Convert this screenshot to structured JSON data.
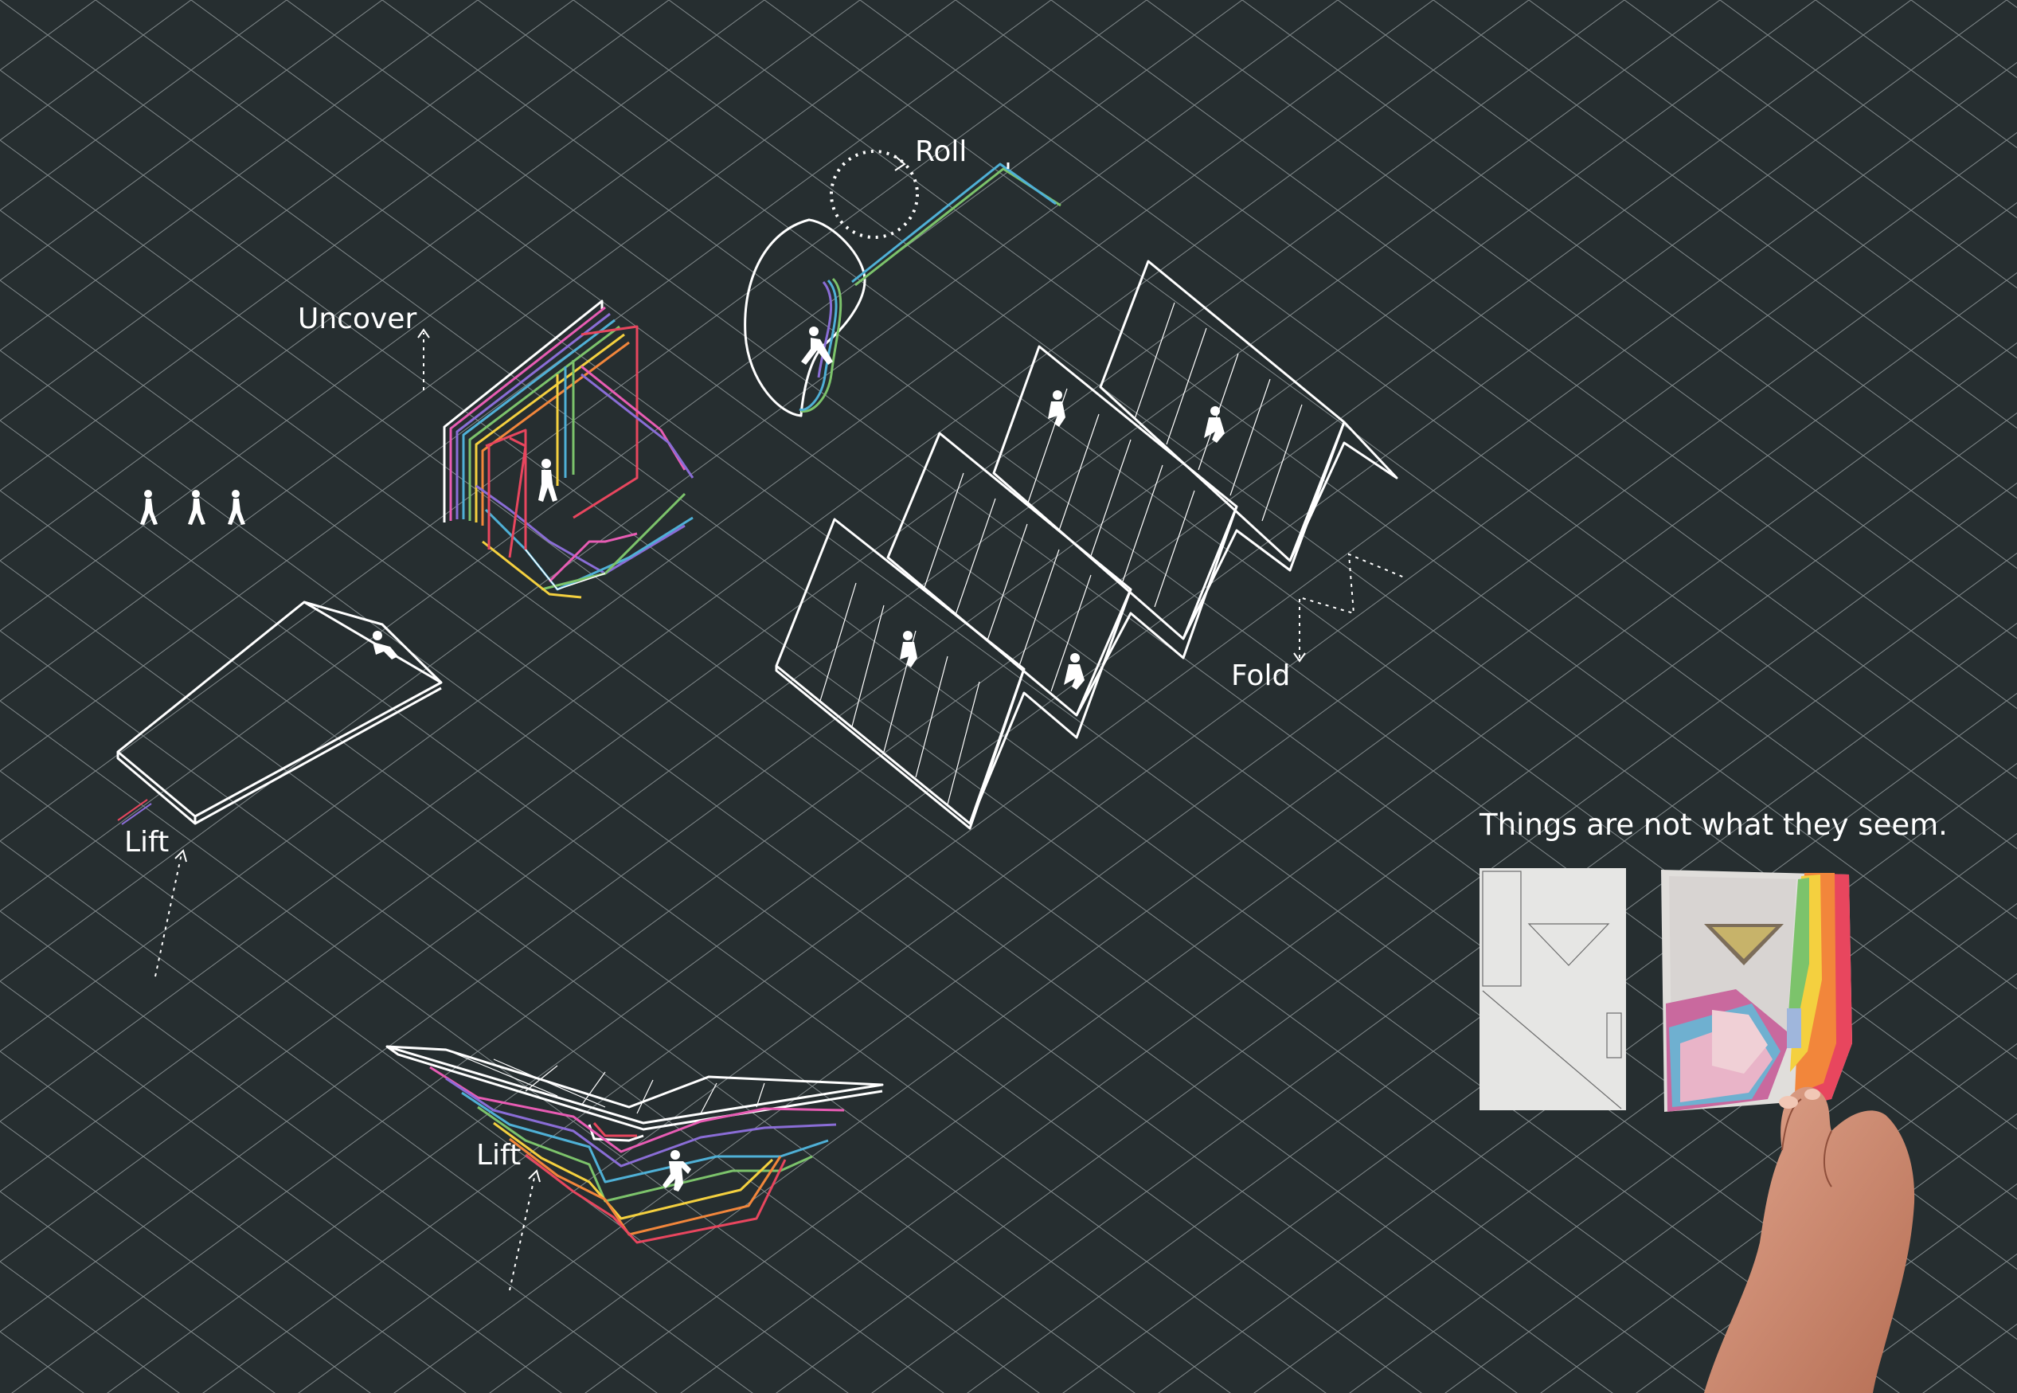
{
  "labels": {
    "roll": "Roll",
    "uncover": "Uncover",
    "fold": "Fold",
    "lift_top": "Lift",
    "lift_bottom": "Lift"
  },
  "tagline": "Things are not what they seem.",
  "colors": {
    "background": "#262e30",
    "grid": "#7d8587",
    "line": "#ffffff",
    "rainbow": [
      "#e8465e",
      "#f2863b",
      "#f4d03f",
      "#7cc36b",
      "#4fb0d6",
      "#8a6dd6",
      "#e85cb4"
    ]
  },
  "icons": [
    "walking-person-icon",
    "climbing-person-icon",
    "rolling-person-icon",
    "hand-icon"
  ]
}
